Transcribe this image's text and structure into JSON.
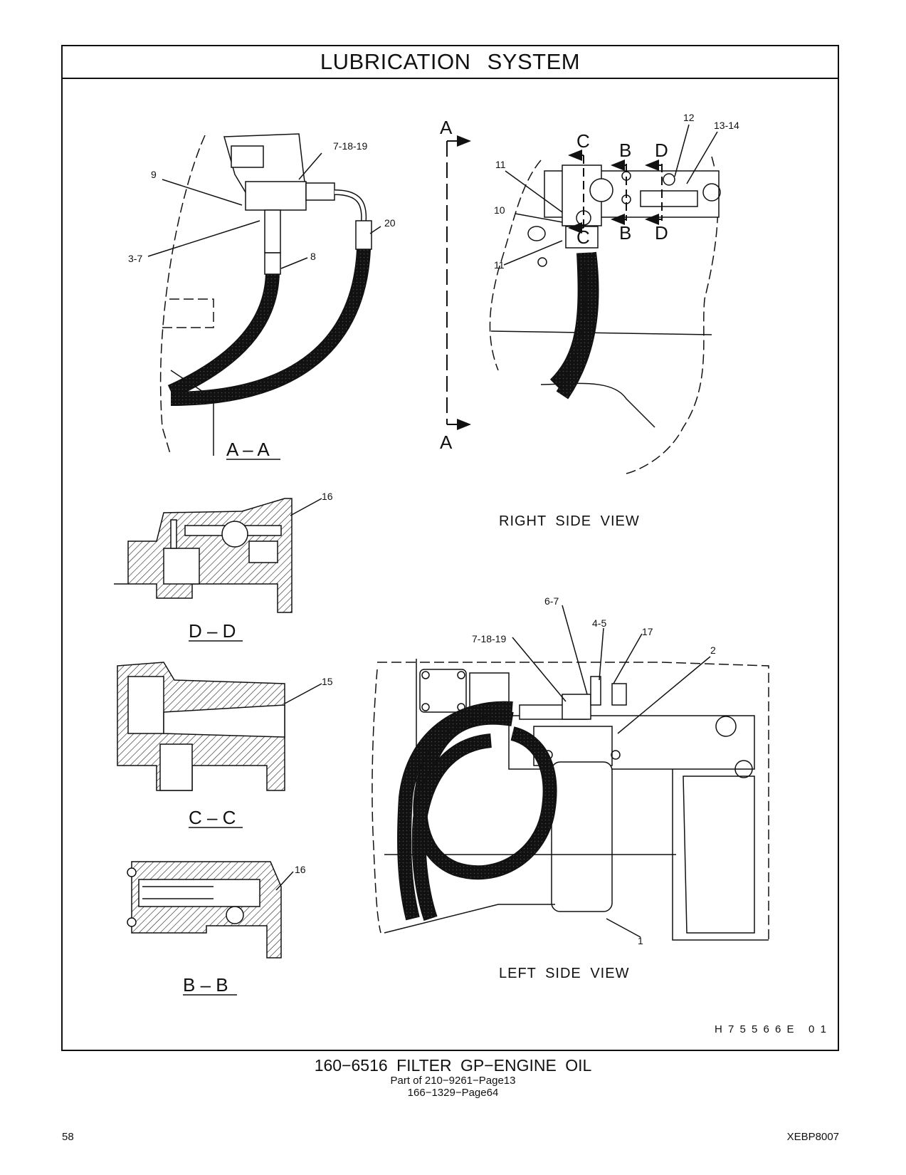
{
  "page_title": "LUBRICATION SYSTEM",
  "section_labels": {
    "aa": "A – A",
    "dd": "D – D",
    "cc": "C – C",
    "bb": "B – B",
    "right_side_view": "RIGHT SIDE VIEW",
    "left_side_view": "LEFT SIDE VIEW"
  },
  "cut_markers": {
    "a": "A",
    "b": "B",
    "c": "C",
    "d": "D"
  },
  "callouts": {
    "aa_7_18_19": "7-18-19",
    "aa_9": "9",
    "aa_20": "20",
    "aa_3_7": "3-7",
    "aa_8": "8",
    "rsv_12": "12",
    "rsv_13_14": "13-14",
    "rsv_11_top": "11",
    "rsv_10": "10",
    "rsv_11_bottom": "11",
    "dd_16": "16",
    "cc_15": "15",
    "bb_16": "16",
    "lsv_6_7": "6-7",
    "lsv_4_5": "4-5",
    "lsv_7_18_19": "7-18-19",
    "lsv_17": "17",
    "lsv_2": "2",
    "lsv_1": "1"
  },
  "drawing_id": "H 7 5 5 6 6 E   0 1",
  "part_title": "160−6516  FILTER GP−ENGINE OIL",
  "part_of": "Part of 210−9261−Page13",
  "part_ref": "166−1329−Page64",
  "page_number": "58",
  "doc_code": "XEBP8007"
}
